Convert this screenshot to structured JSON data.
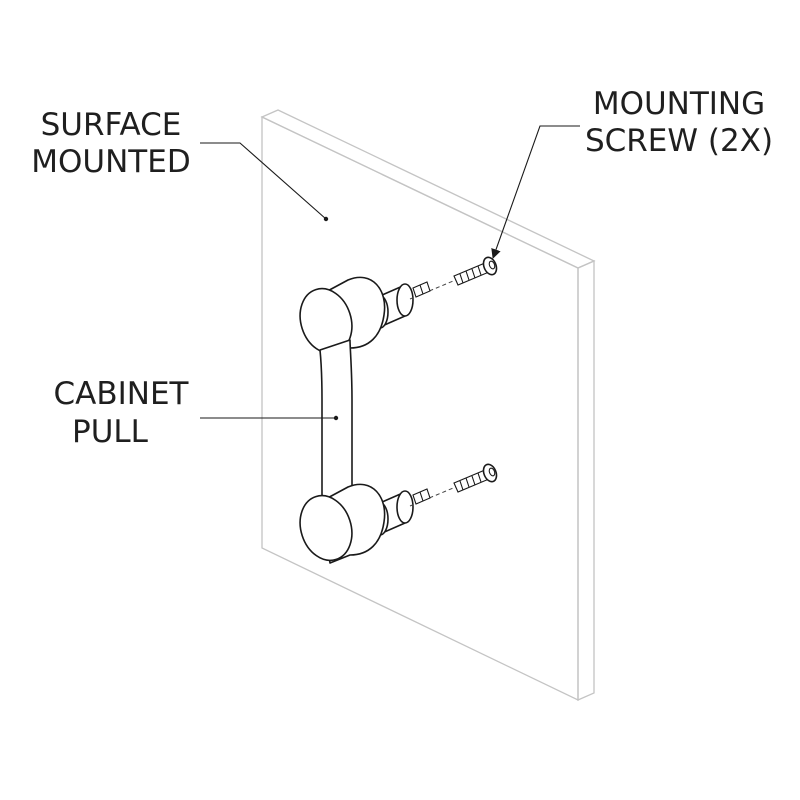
{
  "labels": {
    "surface_line1": "SURFACE",
    "surface_line2": "MOUNTED",
    "screw_line1": "MOUNTING",
    "screw_line2": "SCREW (2X)",
    "pull_line1": "CABINET",
    "pull_line2": "PULL"
  },
  "colors": {
    "ink": "#1a1a1a",
    "panel": "#c4c4c4",
    "background": "#ffffff"
  }
}
